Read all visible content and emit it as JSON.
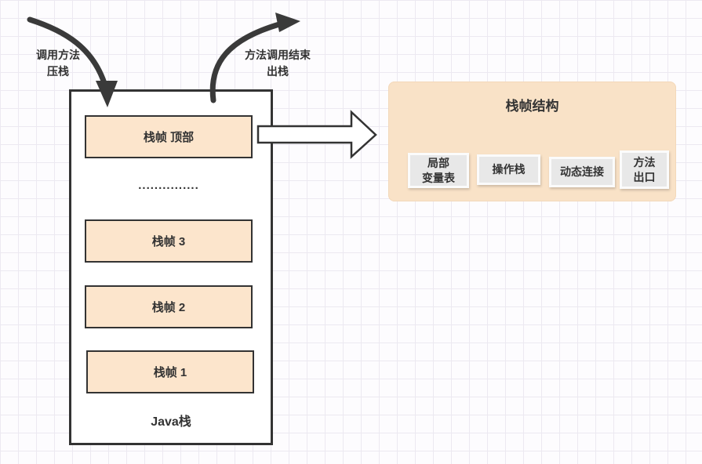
{
  "colors": {
    "frame_fill": "#fce5cc",
    "panel_fill": "#f9e2c7",
    "component_fill": "#e8e8e8",
    "border_dark": "#333333",
    "arrow": "#3a3a3a",
    "grid_line": "#ece9f1"
  },
  "arrows": {
    "push": {
      "label": "调用方法\n压栈"
    },
    "pop": {
      "label": "方法调用结束\n出栈"
    }
  },
  "java_stack": {
    "label": "Java栈",
    "top_frame": "栈帧 顶部",
    "ellipsis": "...............",
    "frames": [
      {
        "label": "栈帧 3"
      },
      {
        "label": "栈帧 2"
      },
      {
        "label": "栈帧 1"
      }
    ]
  },
  "frame_structure": {
    "title": "栈帧结构",
    "components": [
      {
        "label": "局部\n变量表"
      },
      {
        "label": "操作栈"
      },
      {
        "label": "动态连接"
      },
      {
        "label": "方法\n出口"
      }
    ]
  }
}
